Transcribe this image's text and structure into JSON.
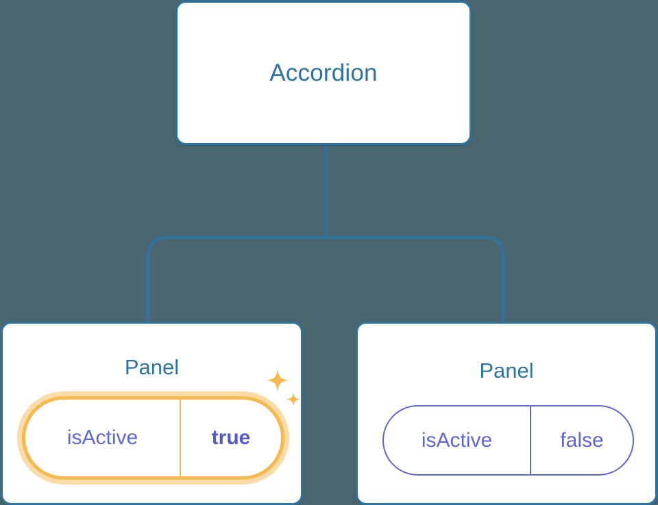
{
  "diagram": {
    "type": "component-tree",
    "background_color": "#4a6670",
    "edge_color": "#2e74a3",
    "title_color": "#2e74a3",
    "prop_color": "#5e66d6",
    "highlight_color": "#f5b94f",
    "highlight_glow_color": "#fbdca8"
  },
  "root": {
    "label": "Accordion"
  },
  "children": [
    {
      "label": "Panel",
      "highlighted": true,
      "prop": {
        "key": "isActive",
        "value": "true",
        "value_bold": true
      },
      "decoration": {
        "sparkle_large": "sparkle-icon",
        "sparkle_small": "sparkle-icon"
      }
    },
    {
      "label": "Panel",
      "highlighted": false,
      "prop": {
        "key": "isActive",
        "value": "false",
        "value_bold": false
      }
    }
  ]
}
